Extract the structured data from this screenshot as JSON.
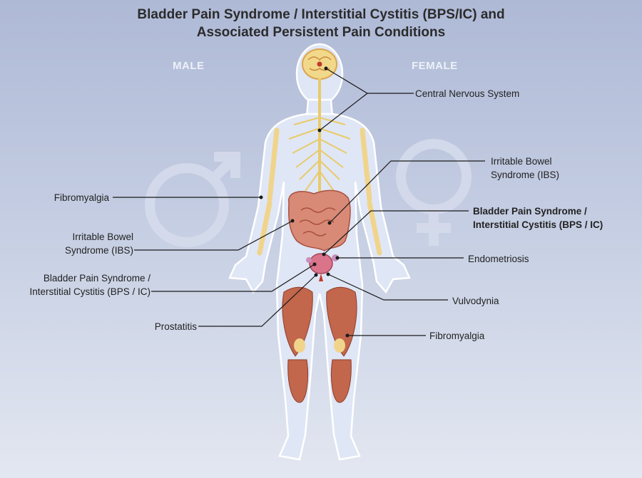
{
  "title": {
    "line1": "Bladder Pain Syndrome / Interstitial Cystitis (BPS/IC) and",
    "line2": "Associated Persistent Pain Conditions"
  },
  "sex_labels": {
    "male": "MALE",
    "female": "FEMALE"
  },
  "labels": {
    "cns": "Central Nervous System",
    "ibs_f_1": "Irritable Bowel",
    "ibs_f_2": "Syndrome (IBS)",
    "bps_f_1": "Bladder Pain Syndrome /",
    "bps_f_2": "Interstitial Cystitis (BPS / IC)",
    "endometriosis": "Endometriosis",
    "vulvodynia": "Vulvodynia",
    "fibro_f": "Fibromyalgia",
    "fibro_m": "Fibromyalgia",
    "ibs_m_1": "Irritable Bowel",
    "ibs_m_2": "Syndrome (IBS)",
    "bps_m_1": "Bladder Pain Syndrome /",
    "bps_m_2": "Interstitial Cystitis (BPS / IC)",
    "prostatitis": "Prostatitis"
  },
  "colors": {
    "background_top": "#aeb9d6",
    "background_bottom": "#e3e7f1",
    "body": "#dfe6f5",
    "body_outline": "#ffffff",
    "nerves_bone": "#f2d88a",
    "intestine": "#d98a77",
    "muscle": "#c2664c",
    "leader_line": "#1a1a1a"
  }
}
